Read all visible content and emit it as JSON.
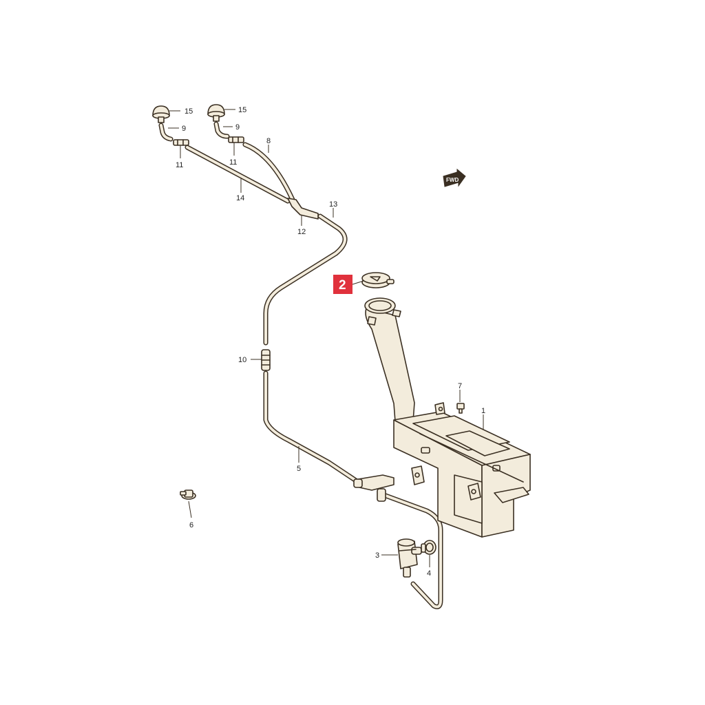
{
  "diagram": {
    "accent_color": "#e0313c",
    "fwd_label": "FWD",
    "highlighted_callout": "2",
    "callouts": [
      {
        "id": "c1",
        "label": "1"
      },
      {
        "id": "c2",
        "label": "2"
      },
      {
        "id": "c3",
        "label": "3"
      },
      {
        "id": "c4",
        "label": "4"
      },
      {
        "id": "c5",
        "label": "5"
      },
      {
        "id": "c6",
        "label": "6"
      },
      {
        "id": "c7",
        "label": "7"
      },
      {
        "id": "c8",
        "label": "8"
      },
      {
        "id": "c9a",
        "label": "9"
      },
      {
        "id": "c9b",
        "label": "9"
      },
      {
        "id": "c10",
        "label": "10"
      },
      {
        "id": "c11a",
        "label": "11"
      },
      {
        "id": "c11b",
        "label": "11"
      },
      {
        "id": "c12",
        "label": "12"
      },
      {
        "id": "c13",
        "label": "13"
      },
      {
        "id": "c14",
        "label": "14"
      },
      {
        "id": "c15a",
        "label": "15"
      },
      {
        "id": "c15b",
        "label": "15"
      }
    ]
  }
}
